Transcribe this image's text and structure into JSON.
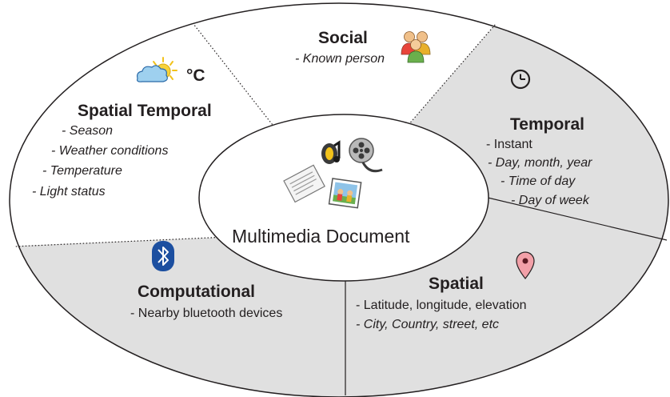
{
  "center": {
    "label": "Multimedia Document"
  },
  "segments": {
    "social": {
      "title": "Social",
      "items": [
        "- Known person"
      ]
    },
    "spatial_temporal": {
      "title": "Spatial Temporal",
      "unit": "°C",
      "items": [
        "- Season",
        "- Weather conditions",
        "- Temperature",
        "- Light status"
      ]
    },
    "temporal": {
      "title": "Temporal",
      "items": [
        "- Instant",
        "- Day, month, year",
        "- Time of day",
        "- Day of week"
      ]
    },
    "spatial": {
      "title": "Spatial",
      "items": [
        "- Latitude, longitude, elevation",
        "- City, Country, street, etc"
      ]
    },
    "computational": {
      "title": "Computational",
      "items": [
        "- Nearby bluetooth devices"
      ]
    }
  },
  "colors": {
    "shaded_segment": "#e0e0e0",
    "outline": "#231f20",
    "pin": "#f2a0a8"
  },
  "icons": [
    "people-icon",
    "weather-sun-cloud-icon",
    "clock-icon",
    "bluetooth-icon",
    "location-pin-icon",
    "music-note-icon",
    "film-reel-icon",
    "document-icon",
    "photo-icon"
  ]
}
